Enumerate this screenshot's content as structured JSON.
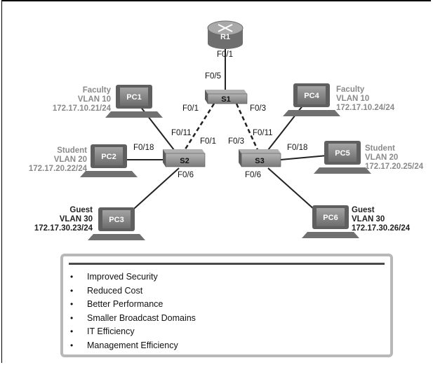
{
  "router": {
    "name": "R1"
  },
  "switches": {
    "s1": "S1",
    "s2": "S2",
    "s3": "S3"
  },
  "ports": {
    "r1_f01": "F0/1",
    "s1_f05": "F0/5",
    "s1_f01": "F0/1",
    "s1_f03": "F0/3",
    "s2_f011": "F0/11",
    "s2_f01": "F0/1",
    "s2_f018": "F0/18",
    "s2_f06": "F0/6",
    "s3_f03": "F0/3",
    "s3_f011": "F0/11",
    "s3_f018": "F0/18",
    "s3_f06": "F0/6"
  },
  "pcs": [
    {
      "name": "PC1",
      "group": "Faculty",
      "vlan": "VLAN 10",
      "ip": "172.17.10.21/24"
    },
    {
      "name": "PC2",
      "group": "Student",
      "vlan": "VLAN 20",
      "ip": "172.17.20.22/24"
    },
    {
      "name": "PC3",
      "group": "Guest",
      "vlan": "VLAN 30",
      "ip": "172.17.30.23/24"
    },
    {
      "name": "PC4",
      "group": "Faculty",
      "vlan": "VLAN 10",
      "ip": "172.17.10.24/24"
    },
    {
      "name": "PC5",
      "group": "Student",
      "vlan": "VLAN 20",
      "ip": "172.17.20.25/24"
    },
    {
      "name": "PC6",
      "group": "Guest",
      "vlan": "VLAN 30",
      "ip": "172.17.30.26/24"
    }
  ],
  "benefits": {
    "bullet": "•",
    "items": [
      "Improved Security",
      "Reduced Cost",
      "Better Performance",
      "Smaller Broadcast Domains",
      "IT Efficiency",
      "Management Efficiency"
    ]
  },
  "colors": {
    "device_fill": "#8f8f8f",
    "device_dark": "#555555",
    "gray_label": "#8a8a8a"
  }
}
